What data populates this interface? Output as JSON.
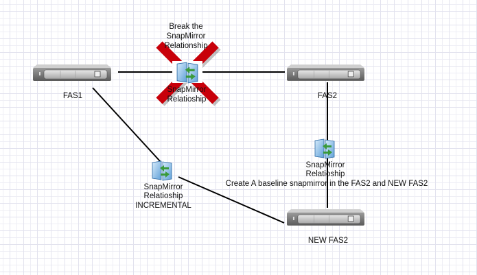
{
  "nodes": {
    "fas1": {
      "label": "FAS1"
    },
    "fas2": {
      "label": "FAS2"
    },
    "new_fas2": {
      "label": "NEW FAS2"
    }
  },
  "links": {
    "fas1_fas2": {
      "line1": "SnapMirror",
      "line2": "Relatioship",
      "broken": true
    },
    "fas2_new": {
      "line1": "SnapMirror",
      "line2": "Relatioship"
    },
    "fas1_new": {
      "line1": "SnapMirror",
      "line2": "Relatioship",
      "line3": "INCREMENTAL"
    }
  },
  "annotations": {
    "break": {
      "line1": "Break the",
      "line2": "SnapMirror",
      "line3": "Relationship"
    },
    "baseline": "Create A baseline snapmirror in the FAS2 and NEW FAS2"
  },
  "colors": {
    "cross": "#c8000a",
    "line": "#000000",
    "icon": "#7fb6e6",
    "arrow": "#3a9a3a"
  }
}
